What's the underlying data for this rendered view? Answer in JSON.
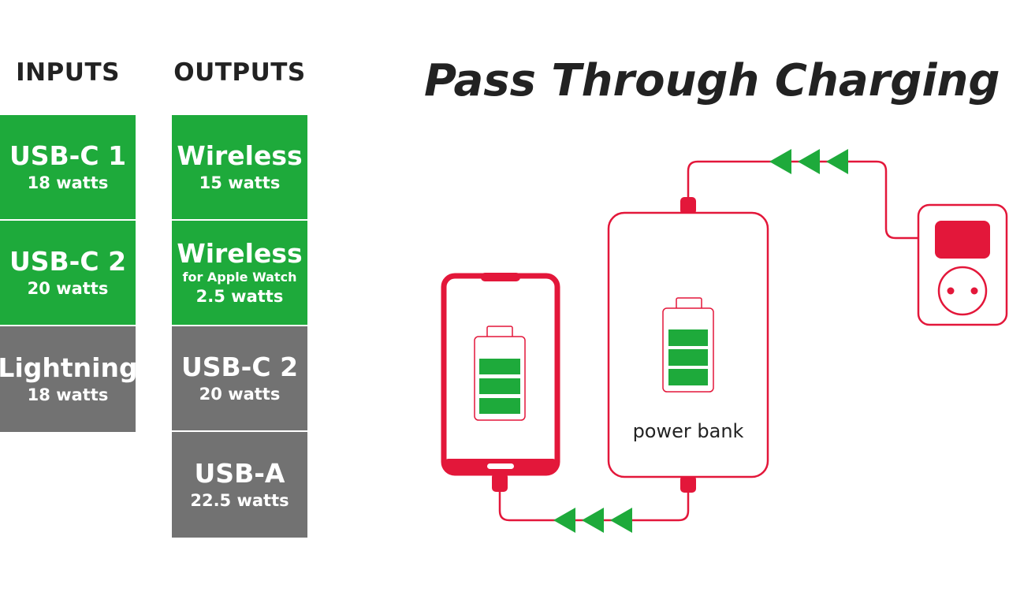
{
  "inputs": {
    "heading": "INPUTS",
    "items": [
      {
        "name": "USB-C 1",
        "watts": "18 watts",
        "color": "green"
      },
      {
        "name": "USB-C 2",
        "watts": "20 watts",
        "color": "green"
      },
      {
        "name": "Lightning",
        "watts": "18 watts",
        "color": "gray"
      }
    ]
  },
  "outputs": {
    "heading": "OUTPUTS",
    "items": [
      {
        "name": "Wireless",
        "watts": "15 watts",
        "color": "green"
      },
      {
        "name": "Wireless",
        "sub": "for Apple Watch",
        "watts": "2.5 watts",
        "color": "green"
      },
      {
        "name": "USB-C 2",
        "watts": "20 watts",
        "color": "gray"
      },
      {
        "name": "USB-A",
        "watts": "22.5 watts",
        "color": "gray"
      }
    ]
  },
  "diagram": {
    "title": "Pass Through Charging",
    "power_bank_label": "power bank"
  },
  "colors": {
    "green": "#1eaa3b",
    "gray": "#727272",
    "red": "#e3173a",
    "title": "#222222"
  },
  "icons": [
    "phone-icon",
    "battery-icon",
    "power-bank-icon",
    "wall-socket-icon",
    "arrow-left-icon"
  ]
}
